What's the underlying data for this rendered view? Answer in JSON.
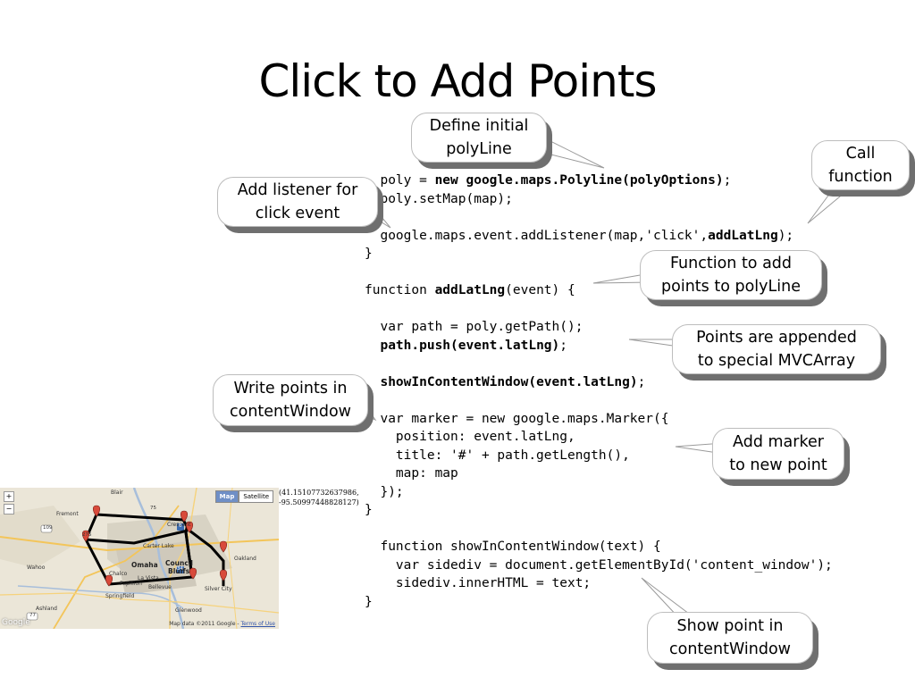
{
  "slide": {
    "title": "Click to Add Points"
  },
  "code_lines": [
    [
      {
        "t": "  poly = "
      },
      {
        "t": "new google.maps.Polyline(polyOptions)",
        "b": true
      },
      {
        "t": ";"
      }
    ],
    [
      {
        "t": "  poly.setMap(map);"
      }
    ],
    [
      {
        "t": ""
      }
    ],
    [
      {
        "t": "  google.maps.event.addListener(map,'click',"
      },
      {
        "t": "addLatLng",
        "b": true
      },
      {
        "t": ");"
      }
    ],
    [
      {
        "t": "}"
      }
    ],
    [
      {
        "t": ""
      }
    ],
    [
      {
        "t": "function "
      },
      {
        "t": "addLatLng",
        "b": true
      },
      {
        "t": "(event) {"
      }
    ],
    [
      {
        "t": ""
      }
    ],
    [
      {
        "t": "  var path = poly.getPath();"
      }
    ],
    [
      {
        "t": "  "
      },
      {
        "t": "path.push(event.latLng)",
        "b": true
      },
      {
        "t": ";"
      }
    ],
    [
      {
        "t": ""
      }
    ],
    [
      {
        "t": "  "
      },
      {
        "t": "showInContentWindow(event.latLng)",
        "b": true
      },
      {
        "t": ";"
      }
    ],
    [
      {
        "t": ""
      }
    ],
    [
      {
        "t": "  var marker = new google.maps.Marker({"
      }
    ],
    [
      {
        "t": "    position: event.latLng,"
      }
    ],
    [
      {
        "t": "    title: '#' + path.getLength(),"
      }
    ],
    [
      {
        "t": "    map: map"
      }
    ],
    [
      {
        "t": "  });"
      }
    ],
    [
      {
        "t": "}"
      }
    ],
    [
      {
        "t": ""
      }
    ],
    [
      {
        "t": "  function showInContentWindow(text) {"
      }
    ],
    [
      {
        "t": "    var sidediv = document.getElementById('content_window');"
      }
    ],
    [
      {
        "t": "    sidediv.innerHTML = text;"
      }
    ],
    [
      {
        "t": "}"
      }
    ]
  ],
  "callouts": {
    "define_polyline": "Define initial\npolyLine",
    "call_function": "Call\nfunction",
    "add_listener": "Add listener for\nclick event",
    "function_add_points": "Function to add\npoints to polyLine",
    "points_appended": "Points are appended\nto special MVCArray",
    "write_points": "Write points in\ncontentWindow",
    "add_marker": "Add marker\nto new point",
    "show_point": "Show point in\ncontentWindow"
  },
  "map": {
    "btn_map": "Map",
    "btn_satellite": "Satellite",
    "attribution": "Map data ©2011 Google - ",
    "terms": "Terms of Use",
    "logo": "Google",
    "city_omaha": "Omaha",
    "city_council": "Council",
    "city_bluffs": "Bluffs",
    "place_fremont": "Fremont",
    "place_blair": "Blair",
    "place_springfield": "Springfield",
    "place_papillion": "Papillion",
    "place_lavista": "La Vista",
    "place_bellevue": "Bellevue",
    "place_carterlake": "Carter Lake",
    "place_crescent": "Crescent",
    "place_glenwood": "Glenwood",
    "place_oakland": "Oakland",
    "place_silvercity": "Silver City",
    "place_wahoo": "Wahoo",
    "place_ashland": "Ashland",
    "place_chalco": "Chalco",
    "route_275": "275",
    "route_77": "77",
    "route_109": "109",
    "route_6": "6",
    "route_34": "34",
    "route_75": "75",
    "coord_readout": "(41.15107732637986,\n-95.50997448828127)"
  },
  "colors": {
    "callout_shadow": "#6f6f6f",
    "polyline": "#000000",
    "marker": "#d84a3a"
  }
}
